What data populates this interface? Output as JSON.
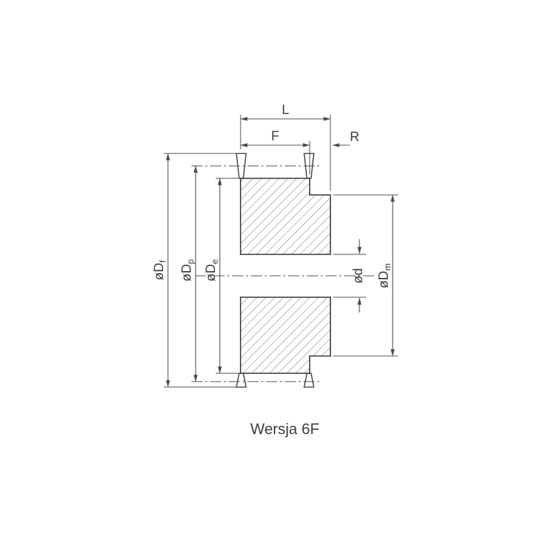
{
  "caption": "Wersja 6F",
  "labels": {
    "L": "L",
    "F": "F",
    "R": "R",
    "Df_main": "øD",
    "Df_sub": "f",
    "Dp_main": "øD",
    "Dp_sub": "p",
    "De_main": "øD",
    "De_sub": "e",
    "d_main": "ød",
    "Dm_main": "øD",
    "Dm_sub": "m"
  },
  "colors": {
    "line": "#4a4a4a",
    "hatch": "#6e6e6e",
    "text": "#3d3d3d",
    "background": "#ffffff"
  }
}
